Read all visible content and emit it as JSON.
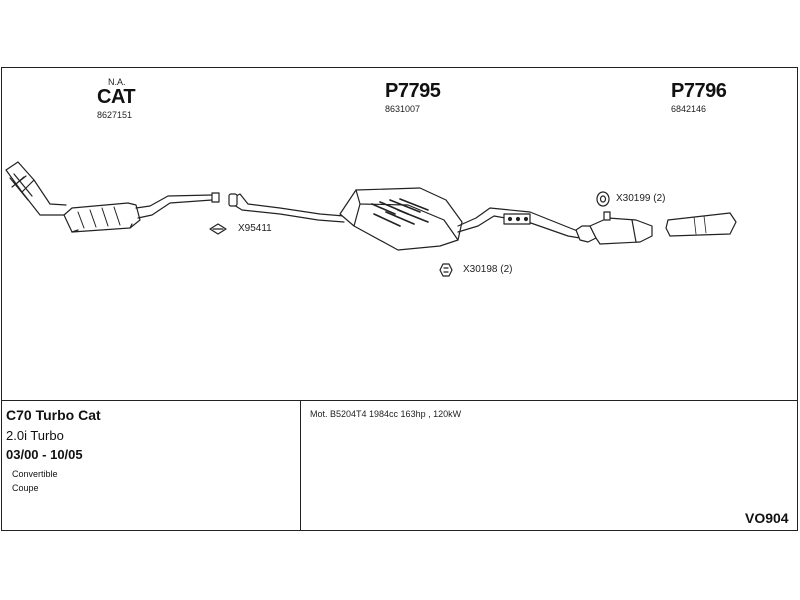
{
  "header": {
    "cat": {
      "note": "N.A.",
      "label": "CAT",
      "code": "8627151"
    },
    "p7795": {
      "label": "P7795",
      "code": "8631007"
    },
    "p7796": {
      "label": "P7796",
      "code": "6842146"
    }
  },
  "callouts": {
    "x95411": "X95411",
    "x30199": "X30199 (2)",
    "x30198": "X30198 (2)"
  },
  "vehicle": {
    "model": "C70 Turbo Cat",
    "engine": "2.0i Turbo",
    "dates": "03/00 - 10/05",
    "body_types": [
      "Convertible",
      "Coupe"
    ]
  },
  "details": {
    "motor": "Mot. B5204T4 1984cc 163hp , 120kW",
    "ref": "VO904"
  }
}
